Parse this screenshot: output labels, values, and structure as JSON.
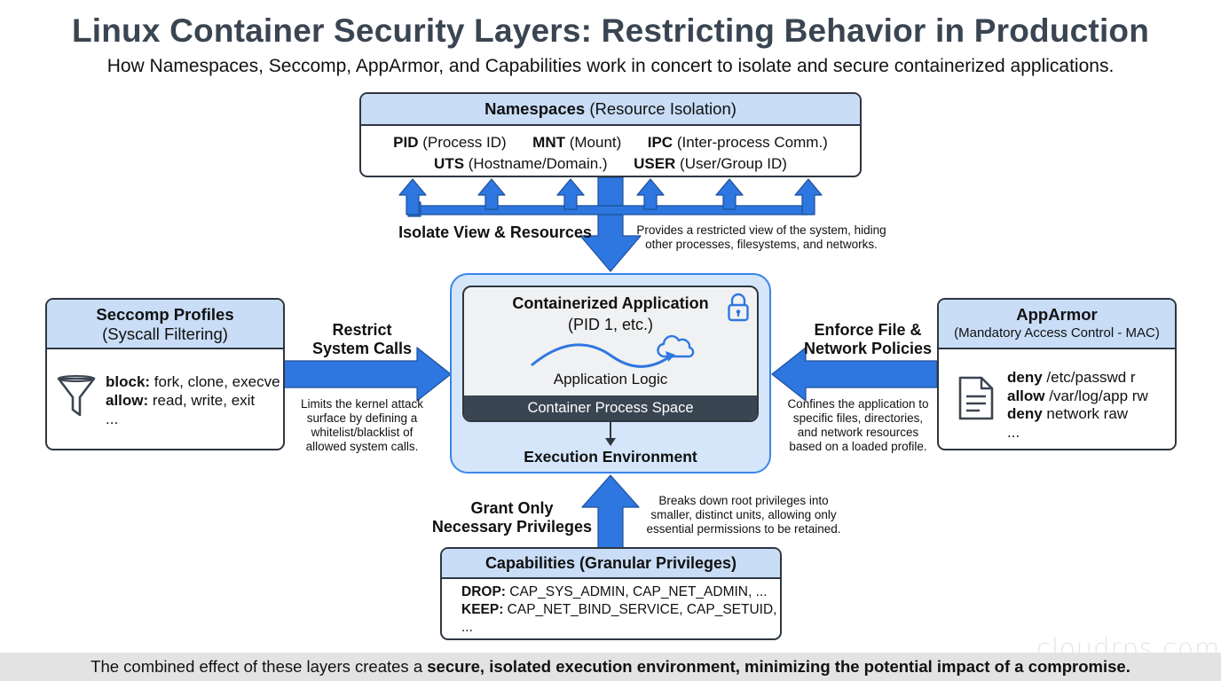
{
  "title": "Linux Container Security Layers: Restricting Behavior in Production",
  "subtitle": "How Namespaces, Seccomp, AppArmor, and Capabilities work in concert to isolate and secure containerized applications.",
  "namespaces": {
    "heading_bold": "Namespaces",
    "heading_rest": " (Resource Isolation)",
    "row1": [
      {
        "key": "PID",
        "desc": " (Process ID)"
      },
      {
        "key": "MNT",
        "desc": " (Mount)"
      },
      {
        "key": "IPC",
        "desc": " (Inter-process Comm.)"
      }
    ],
    "row2": [
      {
        "key": "UTS",
        "desc": " (Hostname/Domain.)"
      },
      {
        "key": "USER",
        "desc": " (User/Group ID)"
      }
    ],
    "arrow_label": "Isolate View & Resources",
    "arrow_note_1": "Provides a restricted view of the system, hiding",
    "arrow_note_2": "other processes, filesystems, and networks."
  },
  "seccomp": {
    "heading_1": "Seccomp Profiles",
    "heading_2": "(Syscall Filtering)",
    "lines": [
      {
        "key": "block:",
        "val": " fork, clone, execve"
      },
      {
        "key": "allow:",
        "val": " read, write, exit"
      }
    ],
    "ellipsis": "...",
    "arrow_label_1": "Restrict",
    "arrow_label_2": "System Calls",
    "note": [
      "Limits the kernel attack",
      "surface by defining a",
      "whitelist/blacklist of",
      "allowed system calls."
    ]
  },
  "apparmor": {
    "heading_1": "AppArmor",
    "heading_2": "(Mandatory Access Control - MAC)",
    "lines": [
      {
        "key": "deny",
        "val": " /etc/passwd r"
      },
      {
        "key": "allow",
        "val": " /var/log/app rw"
      },
      {
        "key": "deny",
        "val": " network raw"
      }
    ],
    "ellipsis": "...",
    "arrow_label_1": "Enforce File &",
    "arrow_label_2": "Network Policies",
    "note": [
      "Confines the application to",
      "specific files, directories,",
      "and network resources",
      "based on a loaded profile."
    ]
  },
  "container": {
    "title": "Containerized Application",
    "subtitle": "(PID 1, etc.)",
    "logic": "Application Logic",
    "process_space": "Container Process Space",
    "environment": "Execution Environment"
  },
  "capabilities": {
    "heading": "Capabilities (Granular Privileges)",
    "lines": [
      {
        "key": "DROP:",
        "val": " CAP_SYS_ADMIN, CAP_NET_ADMIN, ..."
      },
      {
        "key": "KEEP:",
        "val": " CAP_NET_BIND_SERVICE, CAP_SETUID, ..."
      }
    ],
    "ellipsis": "...",
    "arrow_label_1": "Grant Only",
    "arrow_label_2": "Necessary Privileges",
    "note": [
      "Breaks down root privileges into",
      "smaller, distinct units, allowing only",
      "essential permissions to be retained."
    ]
  },
  "footer": {
    "prefix": "The combined effect of these layers creates a ",
    "bold": "secure, isolated execution environment, minimizing the potential impact of a compromise."
  },
  "watermark": "cloudrps.com",
  "colors": {
    "accent_blue": "#2e77e0",
    "header_fill": "#c9ddf7",
    "center_fill": "#d5e6fa",
    "dark_bar": "#3a4552"
  },
  "icons": [
    "padlock-icon",
    "cloud-icon",
    "funnel-icon",
    "document-icon"
  ]
}
